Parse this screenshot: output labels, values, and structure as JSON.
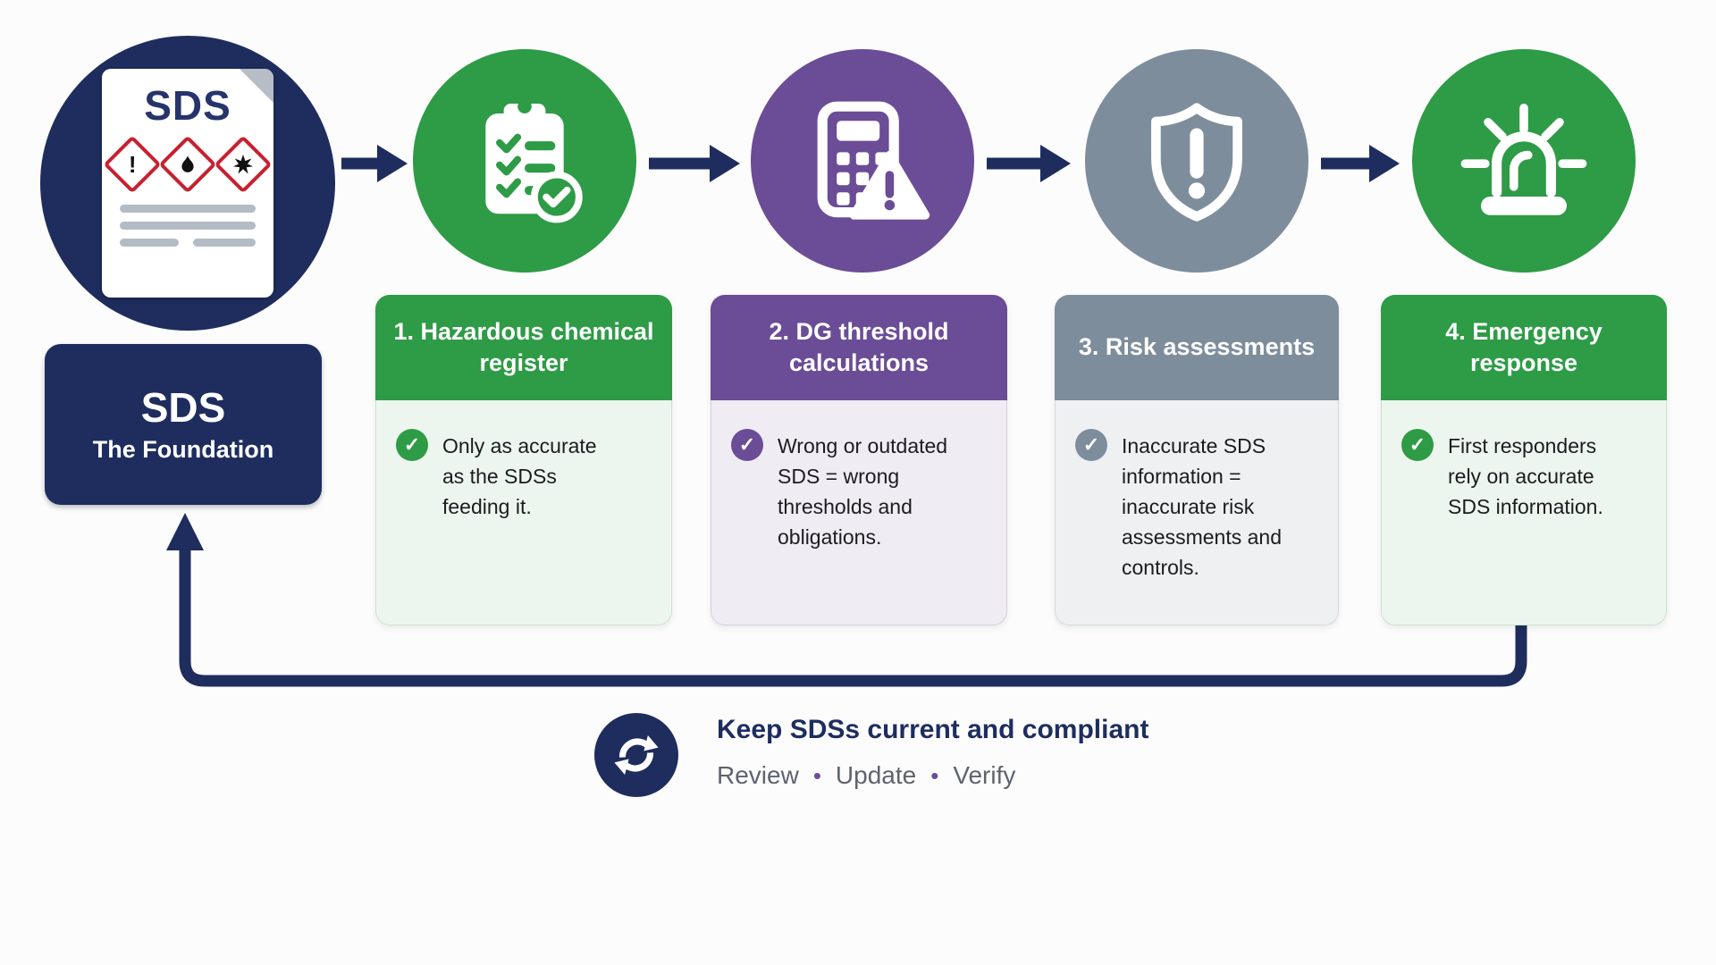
{
  "page": {
    "background": "#fcfcfd"
  },
  "colors": {
    "navy": "#1e2d5e",
    "green": "#2e9b46",
    "purple": "#6b4c96",
    "slate_gray": "#7e8d9c",
    "ghs_red": "#c8202f",
    "body_text": "#1c1c1e",
    "muted_text": "#5d646e"
  },
  "foundation": {
    "doc_title": "SDS",
    "exclamation_glyph": "!",
    "ghs_pictograms": [
      "exclamation-mark",
      "flame",
      "health-hazard"
    ],
    "box_title": "SDS",
    "box_subtitle": "The Foundation"
  },
  "steps": [
    {
      "title": "1. Hazardous chemical register",
      "body": "Only as accurate as the SDSs feeding it.",
      "accent": "#2e9b46",
      "body_bg": "#edf6ee",
      "icon": "checklist-clipboard"
    },
    {
      "title": "2. DG threshold calculations",
      "body": "Wrong or outdated SDS = wrong thresholds and obligations.",
      "accent": "#6b4c96",
      "body_bg": "#efecf4",
      "icon": "calculator-warning"
    },
    {
      "title": "3. Risk assessments",
      "body": "Inaccurate SDS information = inaccurate risk assessments and controls.",
      "accent": "#7e8d9c",
      "body_bg": "#eef0f2",
      "icon": "shield-alert"
    },
    {
      "title": "4. Emergency response",
      "body": "First responders rely on accurate SDS information.",
      "accent": "#2e9b46",
      "body_bg": "#edf6ee",
      "icon": "emergency-siren"
    }
  ],
  "check_glyph": "✓",
  "footer": {
    "title": "Keep SDSs current and compliant",
    "cycle": [
      "Review",
      "Update",
      "Verify"
    ],
    "separator": "•",
    "icon": "refresh-cycle"
  }
}
